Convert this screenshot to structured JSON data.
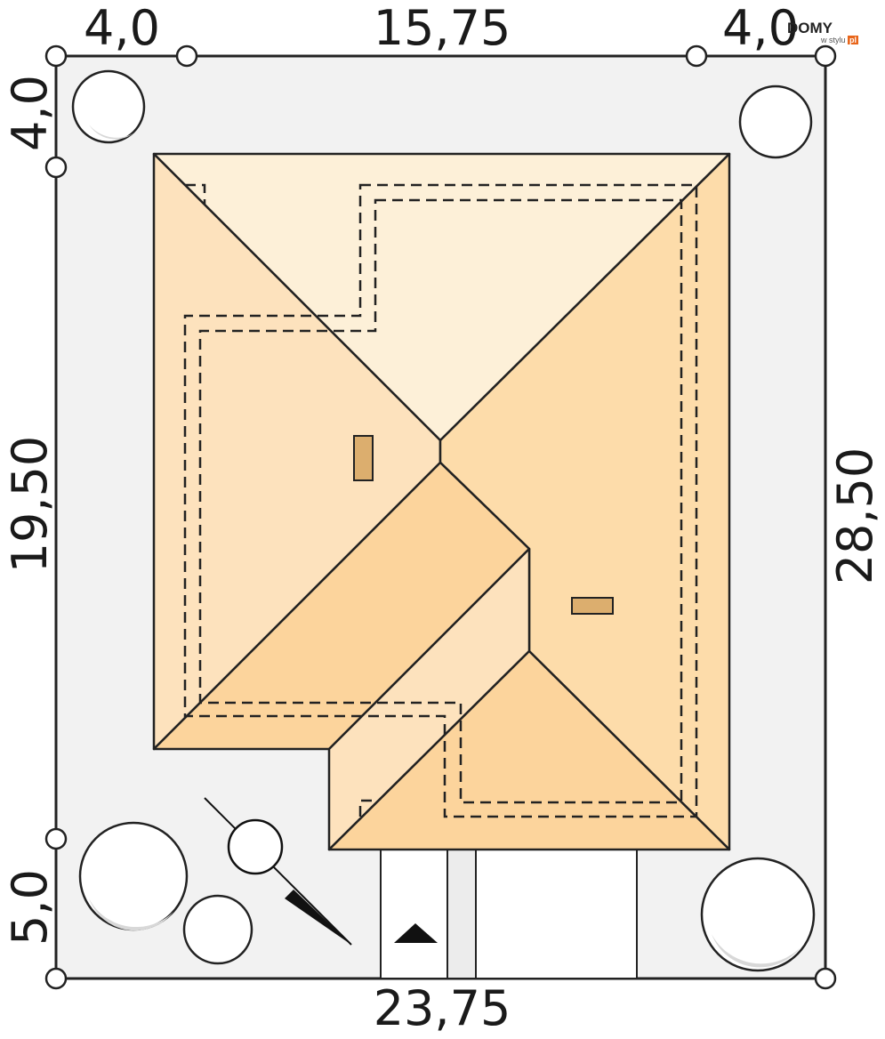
{
  "dimensions": {
    "top_left": "4,0",
    "top_middle": "15,75",
    "top_right": "4,0",
    "left_top": "4,0",
    "left_middle": "19,50",
    "left_bottom": "5,0",
    "right": "28,50",
    "bottom": "23,75"
  },
  "logo": {
    "name": "DOMY",
    "sub": "w stylu",
    "tld": "pl"
  },
  "colors": {
    "plot": "#f2f2f2",
    "roof_light": "#fdf0d8",
    "roof_mid": "#fde2bd",
    "roof_dark": "#fcd49c",
    "chimney": "#dcae6e"
  }
}
